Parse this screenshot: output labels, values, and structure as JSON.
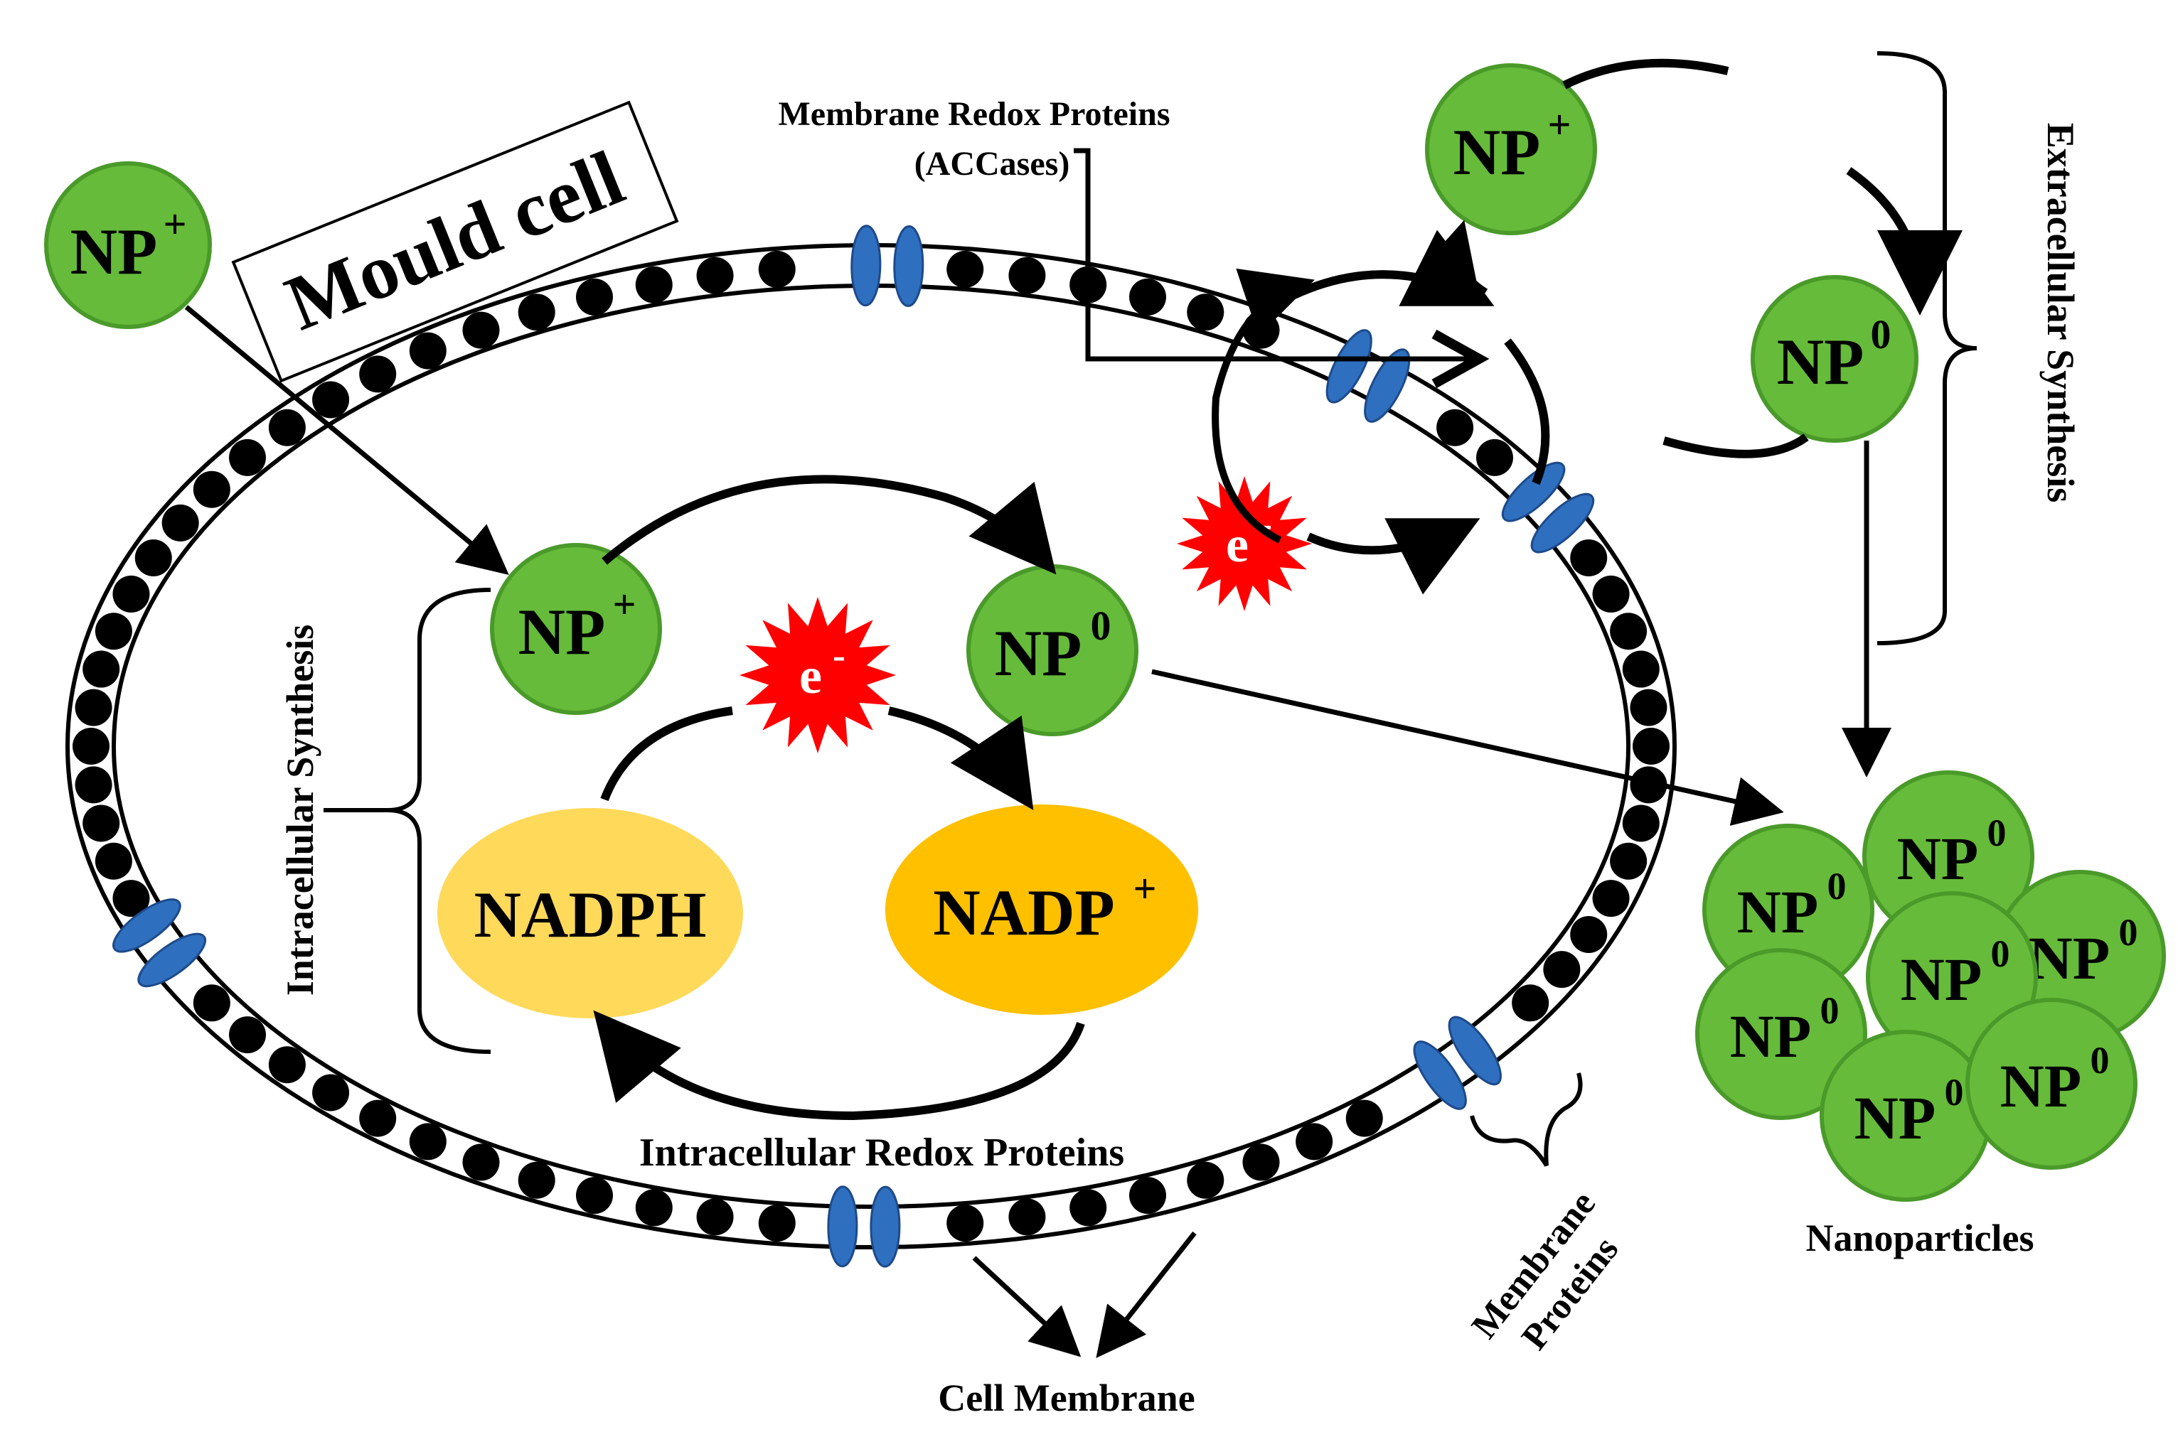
{
  "title_box": {
    "label": "Mould cell"
  },
  "labels": {
    "membrane_redox_proteins": "Membrane  Redox Proteins",
    "accases": "(ACCases)",
    "intracellular_synthesis": "Intracellular Synthesis",
    "extracellular_synthesis": "Extracellular Synthesis",
    "intracellular_redox_proteins": "Intracellular Redox Proteins",
    "membrane_proteins_line1": "Membrane",
    "membrane_proteins_line2": "Proteins",
    "cell_membrane": "Cell Membrane",
    "nanoparticles": "Nanoparticles"
  },
  "particles": {
    "np_plus_base": "NP",
    "np_plus_sup": "+",
    "np_zero_base": "NP",
    "np_zero_sup": "0"
  },
  "cofactors": {
    "nadph": "NADPH",
    "nadp_base": "NADP",
    "nadp_sup": "+"
  },
  "electron": {
    "base": "e",
    "sup": "-"
  },
  "colors": {
    "particle_fill": "#66bb3a",
    "particle_stroke": "#4a9a2a",
    "nadph_fill": "#ffd95a",
    "nadp_fill": "#ffc000",
    "electron_fill": "#ff0000",
    "protein_fill": "#2f6fbf",
    "membrane_dot": "#000000"
  }
}
